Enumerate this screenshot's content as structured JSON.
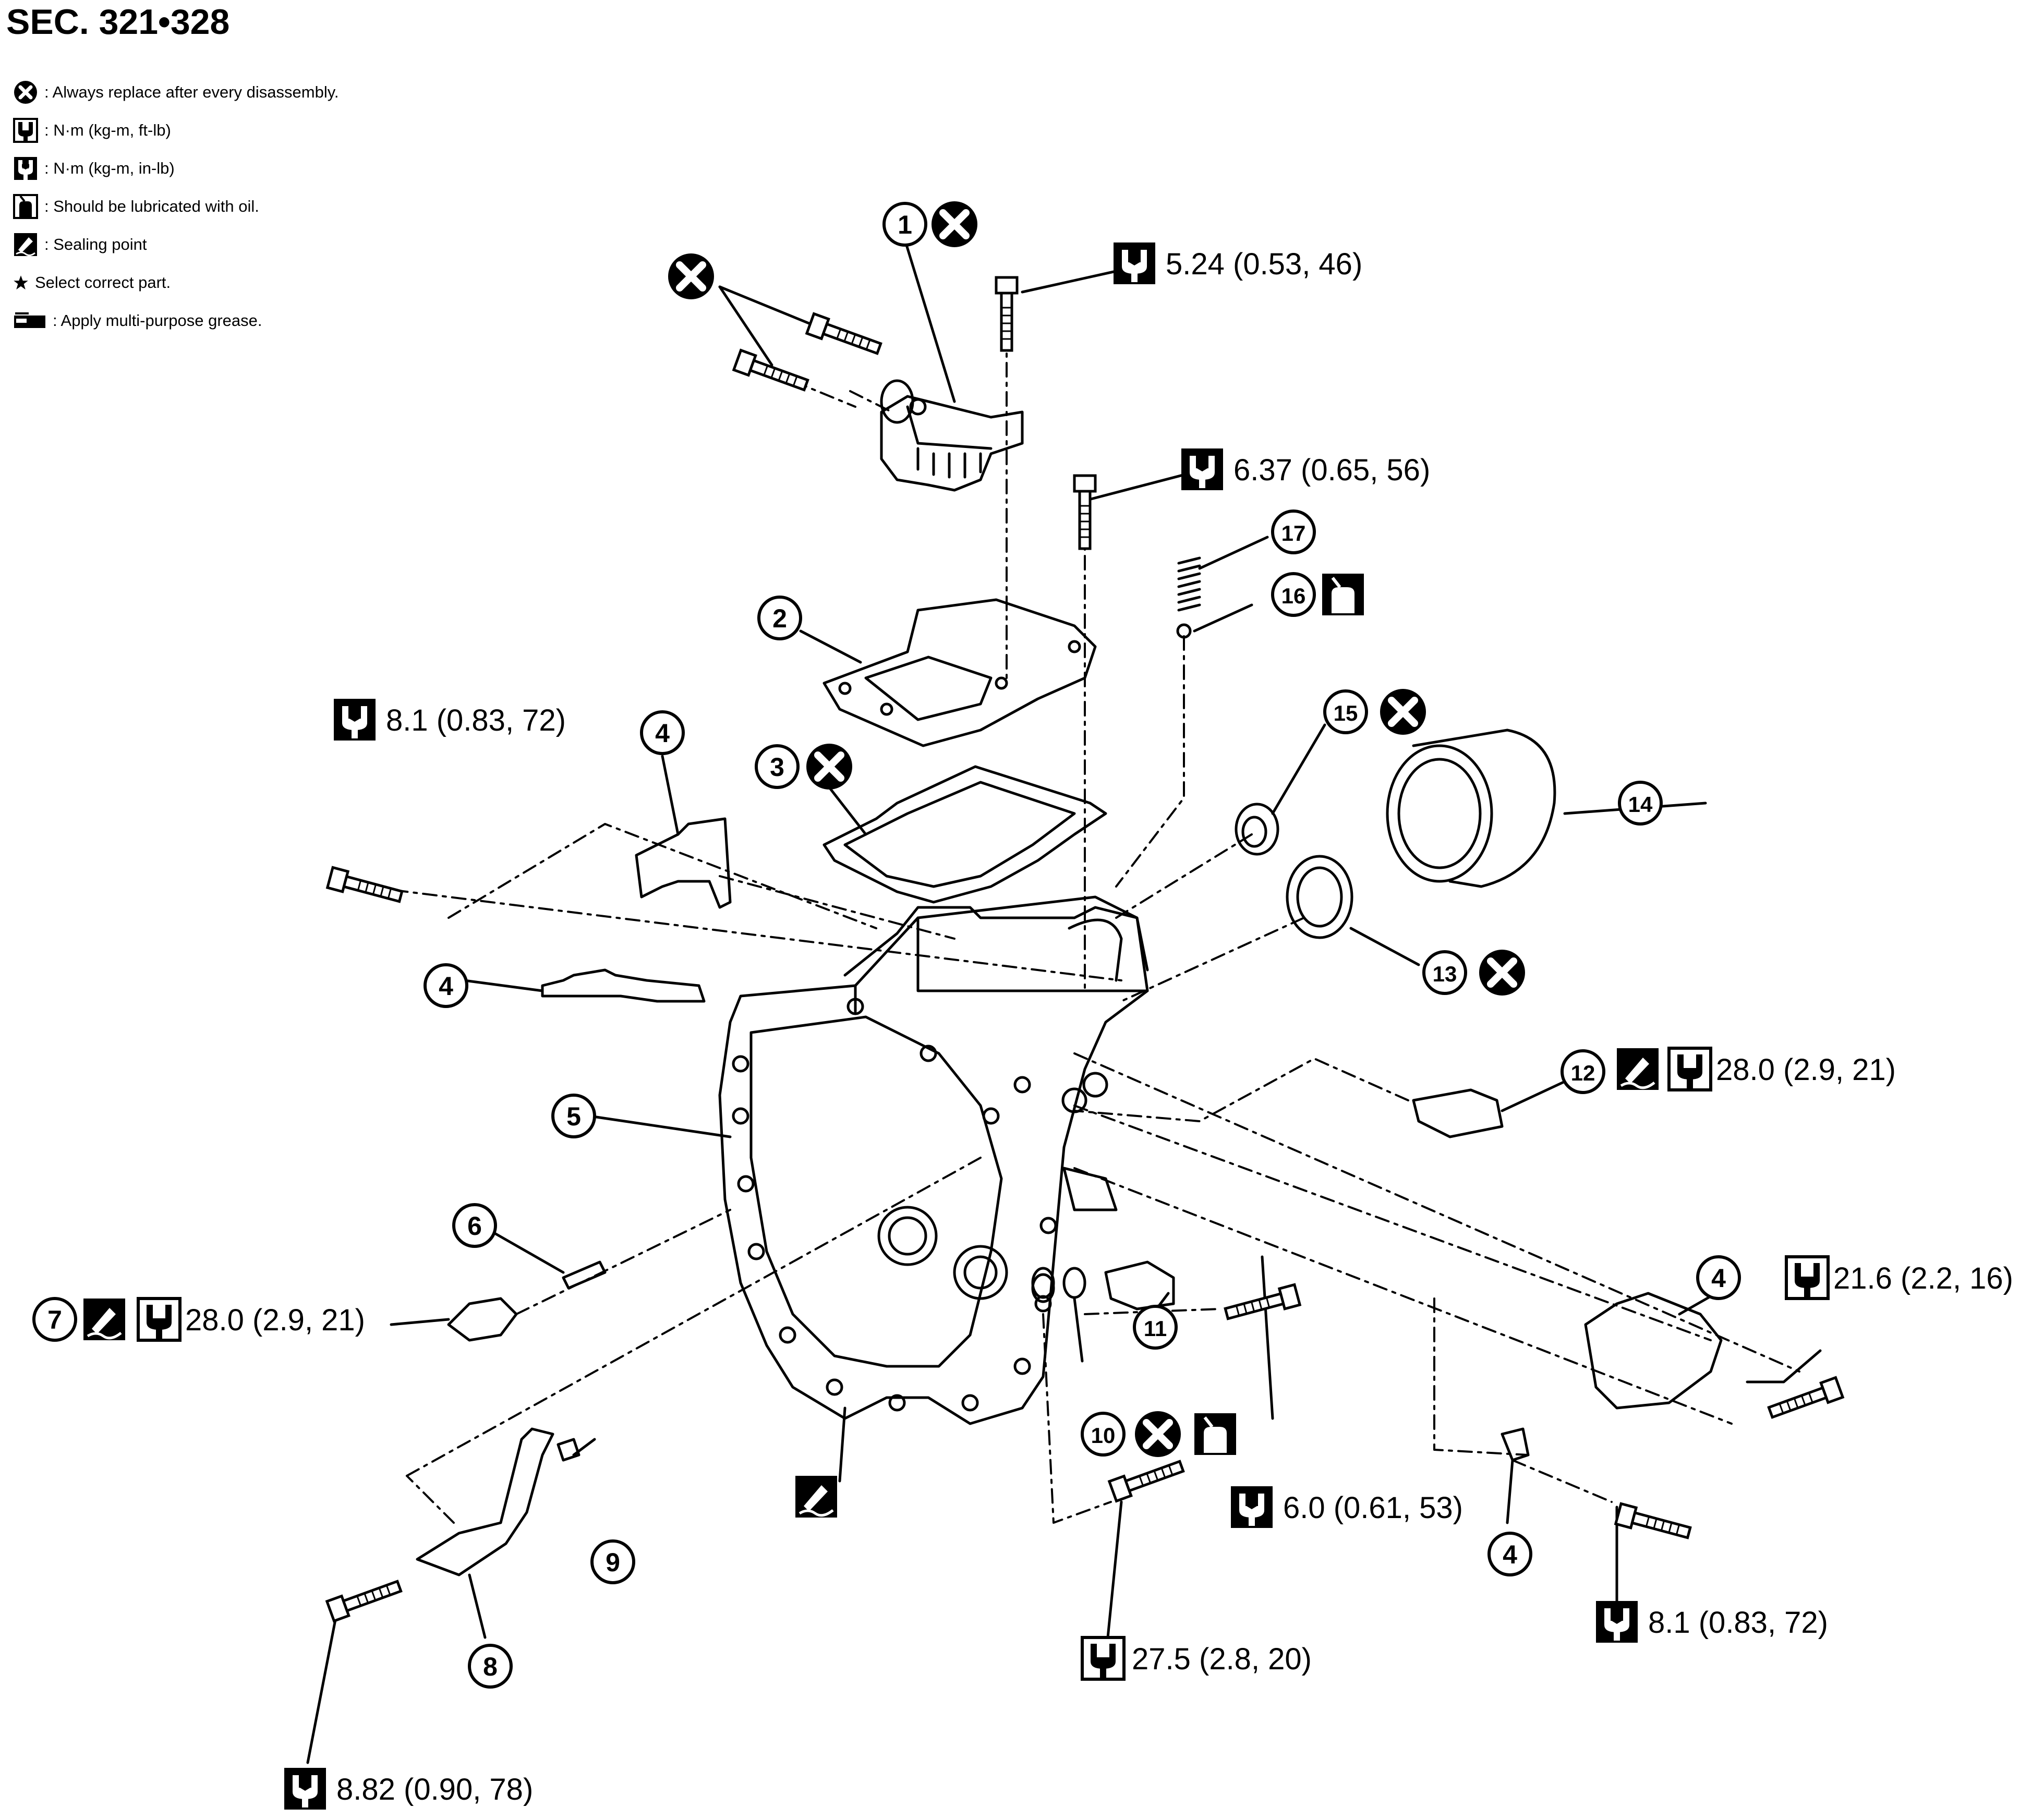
{
  "section": {
    "title": "SEC. 321•328"
  },
  "legend": [
    {
      "icon": "replace-icon",
      "text": ": Always replace after every disassembly."
    },
    {
      "icon": "torque-ftlb-icon",
      "text": ": N·m (kg-m, ft-lb)"
    },
    {
      "icon": "torque-inlb-icon",
      "text": ": N·m (kg-m, in-lb)"
    },
    {
      "icon": "oil-can-icon",
      "text": ": Should be lubricated with oil."
    },
    {
      "icon": "sealant-icon",
      "text": ": Sealing point"
    },
    {
      "icon": "star-icon",
      "text": "Select correct part."
    },
    {
      "icon": "grease-icon",
      "text": ": Apply multi-purpose grease."
    }
  ],
  "callouts": [
    "1",
    "2",
    "3",
    "4",
    "5",
    "6",
    "7",
    "8",
    "9",
    "10",
    "11",
    "12",
    "13",
    "14",
    "15",
    "16",
    "17"
  ],
  "specs": {
    "s1": "5.24 (0.53, 46)",
    "s2": "6.37 (0.65, 56)",
    "s3": "8.1 (0.83, 72)",
    "s4": "28.0 (2.9, 21)",
    "s5": "28.0 (2.9, 21)",
    "s6": "21.6 (2.2, 16)",
    "s7": "6.0 (0.61, 53)",
    "s8": "8.1 (0.83, 72)",
    "s9": "27.5 (2.8, 20)",
    "s10": "8.82 (0.90, 78)"
  },
  "colors": {
    "ink": "#000000",
    "paper": "#ffffff"
  }
}
